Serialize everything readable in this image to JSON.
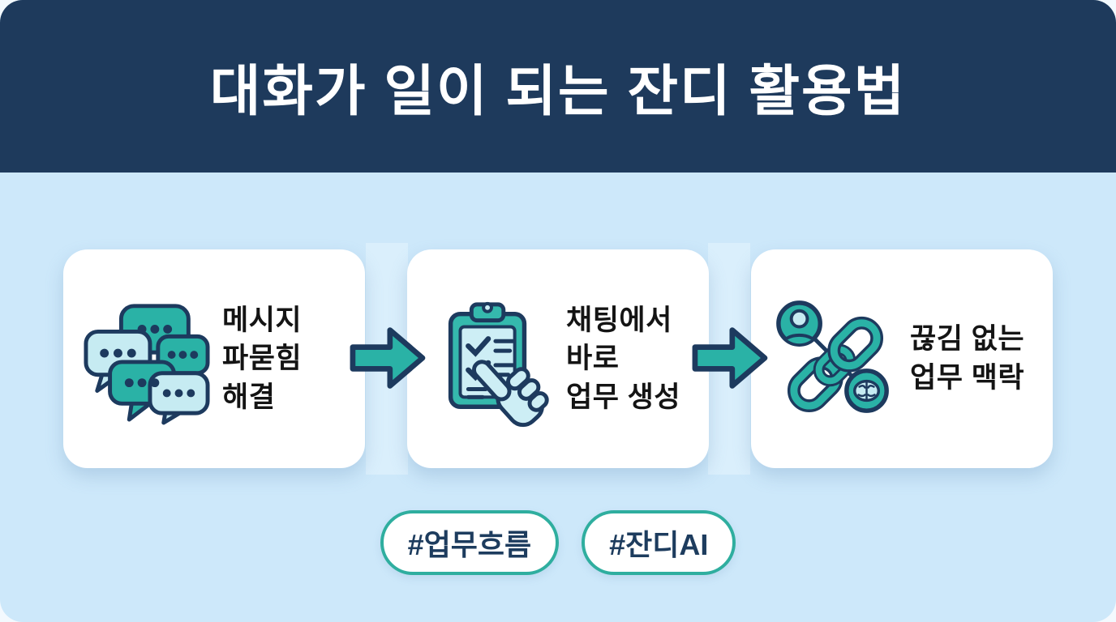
{
  "title": "대화가 일이 되는 잔디 활용법",
  "cards": [
    {
      "icon": "chat-bubbles-icon",
      "lines": [
        "메시지",
        "파묻힘",
        "해결"
      ]
    },
    {
      "icon": "clipboard-checklist-icon",
      "lines": [
        "채팅에서",
        "바로",
        "업무 생성"
      ]
    },
    {
      "icon": "chain-link-icon",
      "lines": [
        "끊김 없는",
        "업무 맥락"
      ]
    }
  ],
  "flow": {
    "arrows": [
      "arrow-right-icon",
      "arrow-right-icon"
    ]
  },
  "tags": [
    {
      "label": "#업무흐름"
    },
    {
      "label": "#잔디AI"
    }
  ],
  "colors": {
    "header_bg": "#1e3a5c",
    "canvas_bg": "#cde8fa",
    "card_bg": "#ffffff",
    "teal": "#2ab2a6",
    "light_cyan": "#c6ebf2",
    "outline_navy": "#1d3a5e",
    "card_text": "#141414",
    "tag_border": "#2fae9f",
    "tag_text": "#1d3c5e",
    "title_text": "#ffffff"
  }
}
